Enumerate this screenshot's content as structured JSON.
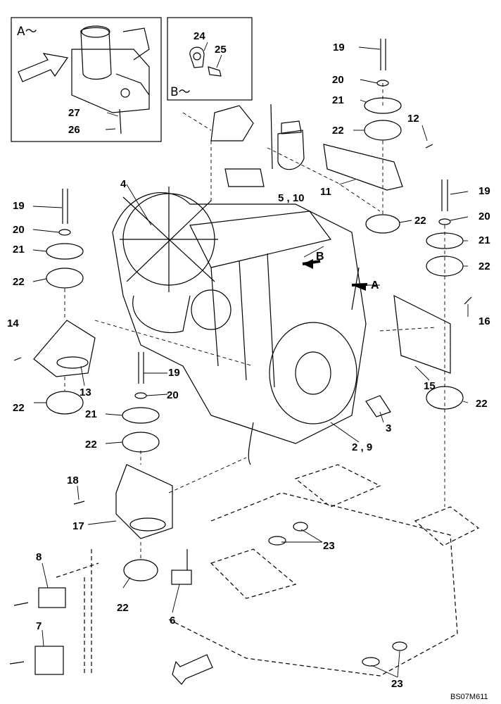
{
  "diagram_code": "BS07M611",
  "insets": [
    {
      "title": "A～"
    },
    {
      "title": "B～"
    }
  ],
  "callouts": [
    {
      "text": "27"
    },
    {
      "text": "26"
    },
    {
      "text": "24"
    },
    {
      "text": "25"
    },
    {
      "text": "19"
    },
    {
      "text": "20"
    },
    {
      "text": "21"
    },
    {
      "text": "22"
    },
    {
      "text": "12"
    },
    {
      "text": "11"
    },
    {
      "text": "22"
    },
    {
      "text": "5 , 10"
    },
    {
      "text": "4"
    },
    {
      "text": "19"
    },
    {
      "text": "20"
    },
    {
      "text": "21"
    },
    {
      "text": "22"
    },
    {
      "text": "19"
    },
    {
      "text": "20"
    },
    {
      "text": "21"
    },
    {
      "text": "22"
    },
    {
      "text": "14"
    },
    {
      "text": "13"
    },
    {
      "text": "22"
    },
    {
      "text": "16"
    },
    {
      "text": "15"
    },
    {
      "text": "22"
    },
    {
      "text": "19"
    },
    {
      "text": "20"
    },
    {
      "text": "21"
    },
    {
      "text": "22"
    },
    {
      "text": "3"
    },
    {
      "text": "2 , 9"
    },
    {
      "text": "18"
    },
    {
      "text": "17"
    },
    {
      "text": "23"
    },
    {
      "text": "8"
    },
    {
      "text": "22"
    },
    {
      "text": "6"
    },
    {
      "text": "7"
    },
    {
      "text": "23"
    }
  ],
  "view_markers": [
    {
      "text": "B"
    },
    {
      "text": "A"
    }
  ]
}
